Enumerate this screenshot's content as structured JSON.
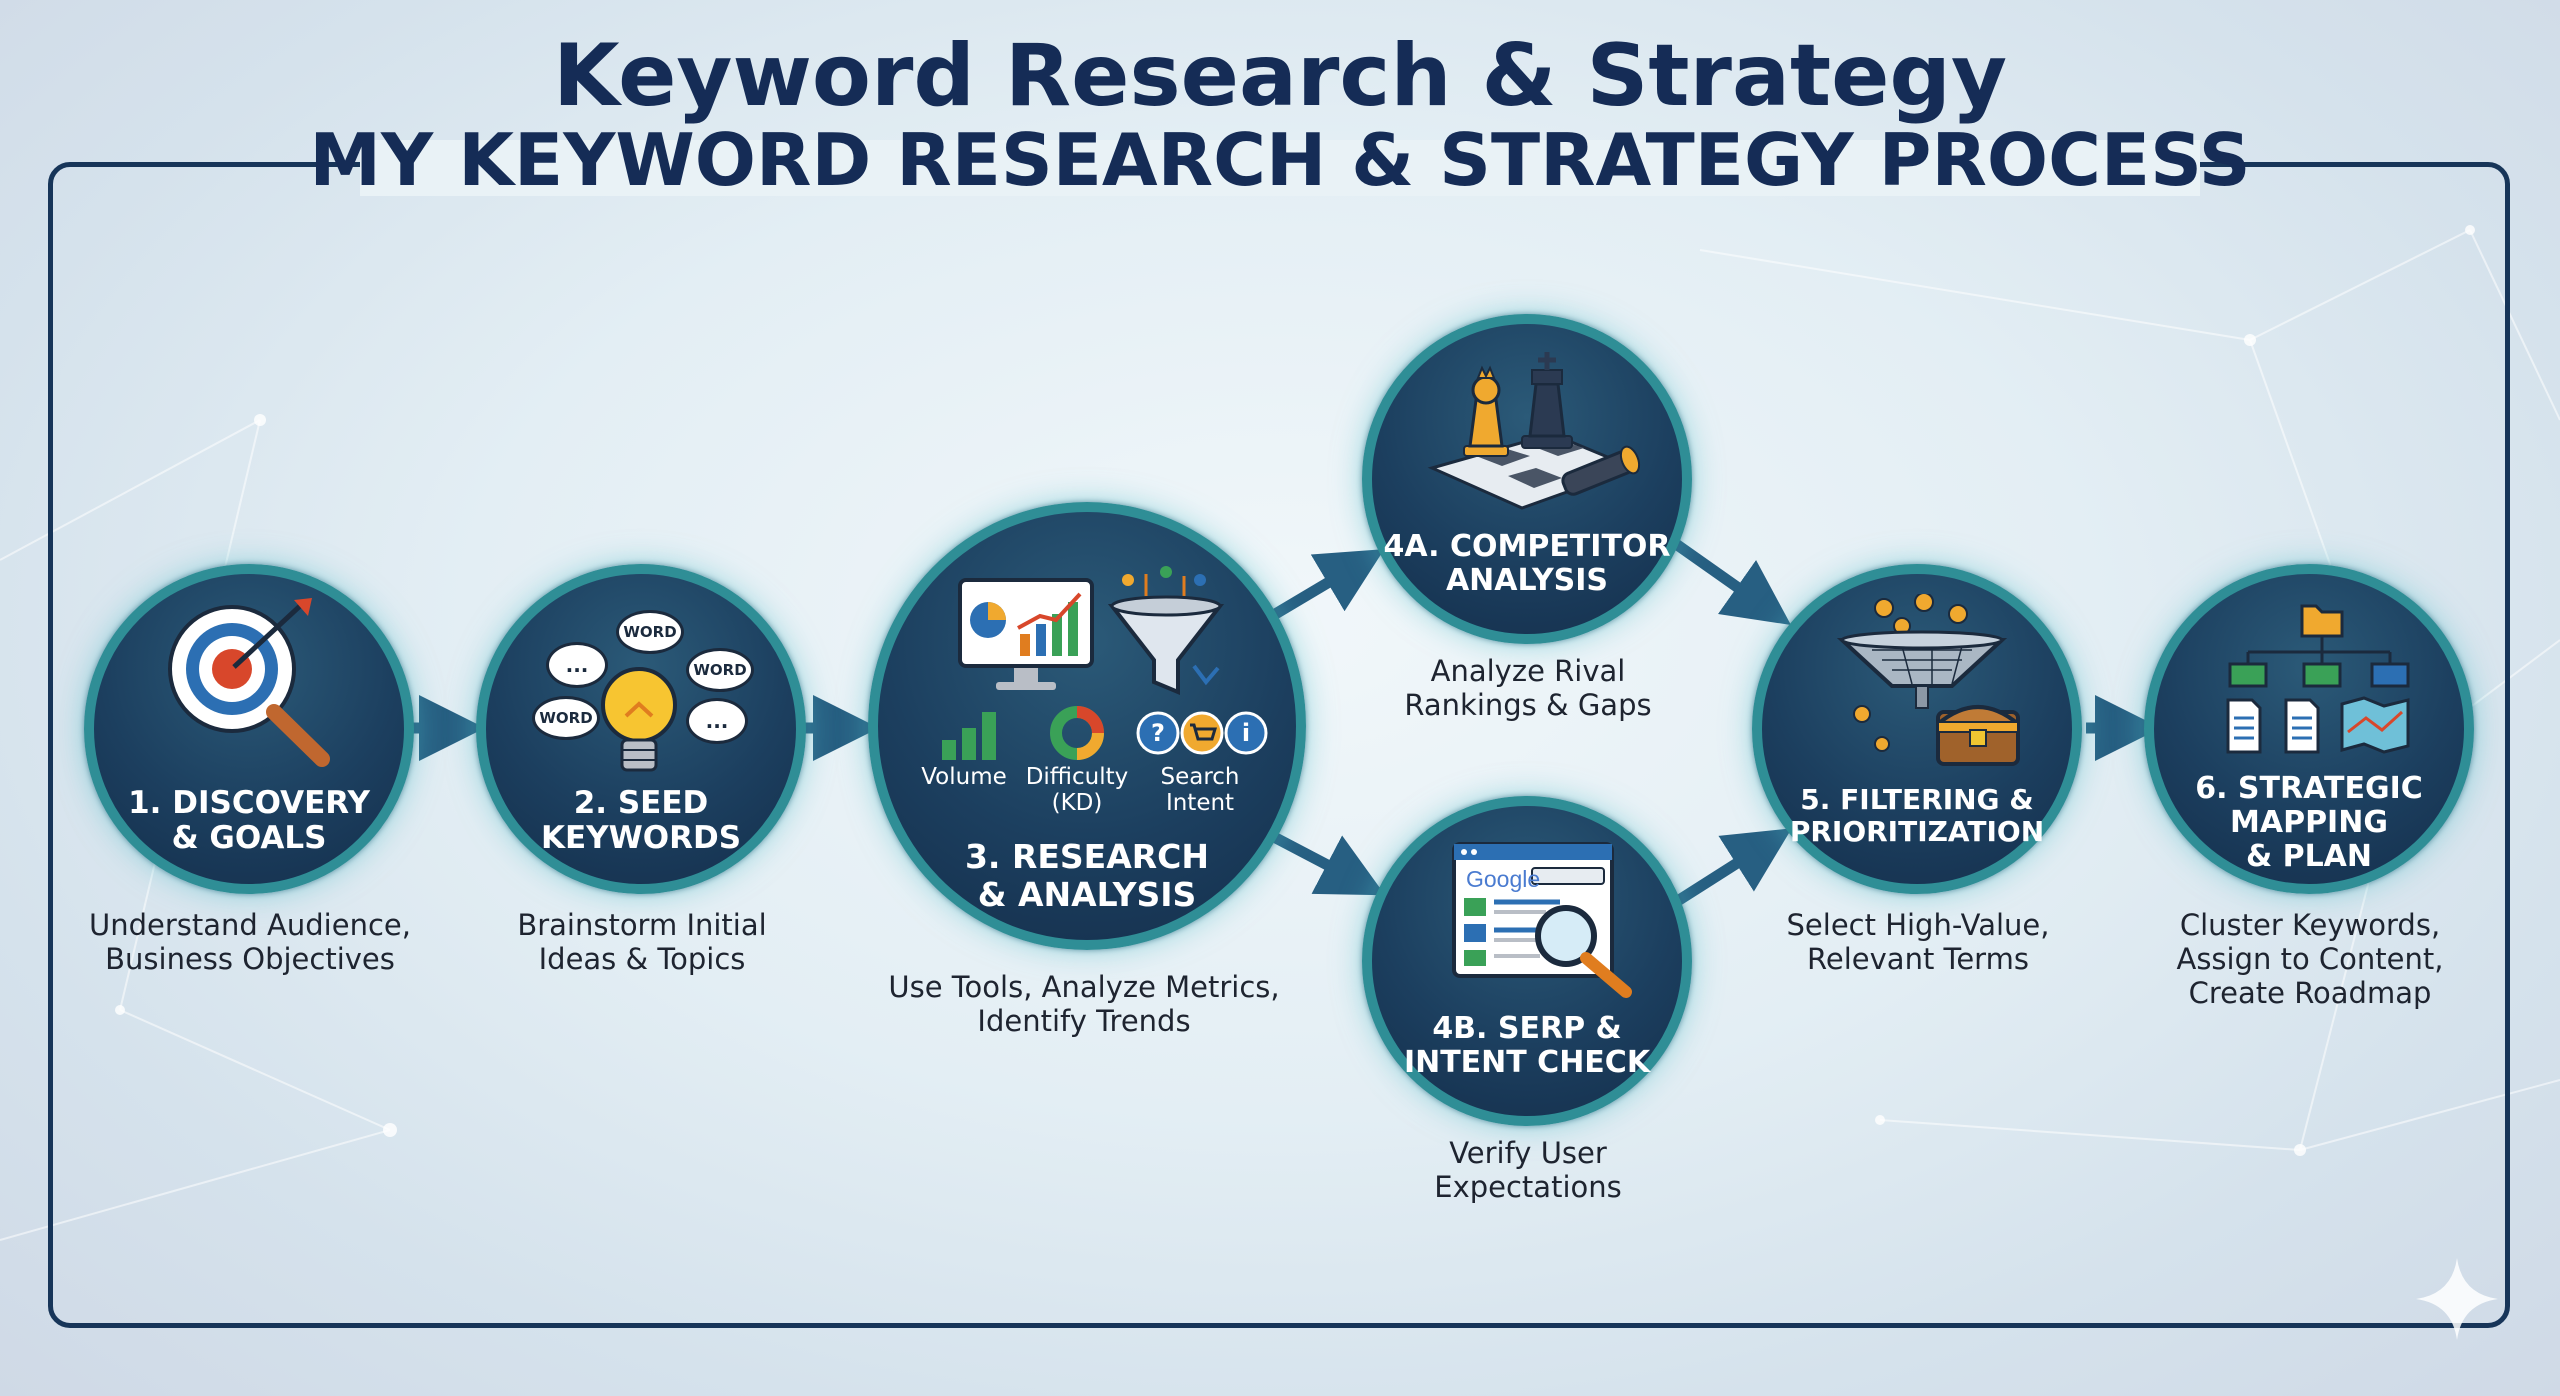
{
  "header": {
    "title": "Keyword Research & Strategy",
    "subtitle": "MY KEYWORD RESEARCH & STRATEGY PROCESS"
  },
  "steps": [
    {
      "id": "1",
      "label": "1. DISCOVERY\n& GOALS",
      "description": "Understand Audience,\nBusiness Objectives",
      "icon": "target-magnifier-icon"
    },
    {
      "id": "2",
      "label": "2. SEED\nKEYWORDS",
      "description": "Brainstorm Initial\nIdeas & Topics",
      "icon": "lightbulb-speech-bubbles-icon",
      "bubble_text": [
        "WORD",
        "WORD",
        "WORD",
        "..."
      ]
    },
    {
      "id": "3",
      "label": "3. RESEARCH\n& ANALYSIS",
      "description": "Use Tools, Analyze Metrics,\nIdentify Trends",
      "icon": "monitor-funnel-icon",
      "metrics": [
        "Volume",
        "Difficulty\n(KD)",
        "Search\nIntent"
      ]
    },
    {
      "id": "4a",
      "label": "4A. COMPETITOR\nANALYSIS",
      "description": "Analyze Rival\nRankings & Gaps",
      "icon": "chess-telescope-icon"
    },
    {
      "id": "4b",
      "label": "4B. SERP &\nINTENT CHECK",
      "description": "Verify User\nExpectations",
      "icon": "search-results-icon",
      "browser_brand": "Google"
    },
    {
      "id": "5",
      "label": "5. FILTERING &\nPRIORITIZATION",
      "description": "Select High-Value,\nRelevant Terms",
      "icon": "sieve-treasure-icon"
    },
    {
      "id": "6",
      "label": "6. STRATEGIC\nMAPPING\n& PLAN",
      "description": "Cluster Keywords,\nAssign to Content,\nCreate Roadmap",
      "icon": "sitemap-icon"
    }
  ],
  "colors": {
    "title": "#152c56",
    "frame": "#173559",
    "node_fill": "#1c3f5f",
    "node_ring": "#2f8e96",
    "arrow": "#275f82",
    "description_text": "#1e2430"
  }
}
